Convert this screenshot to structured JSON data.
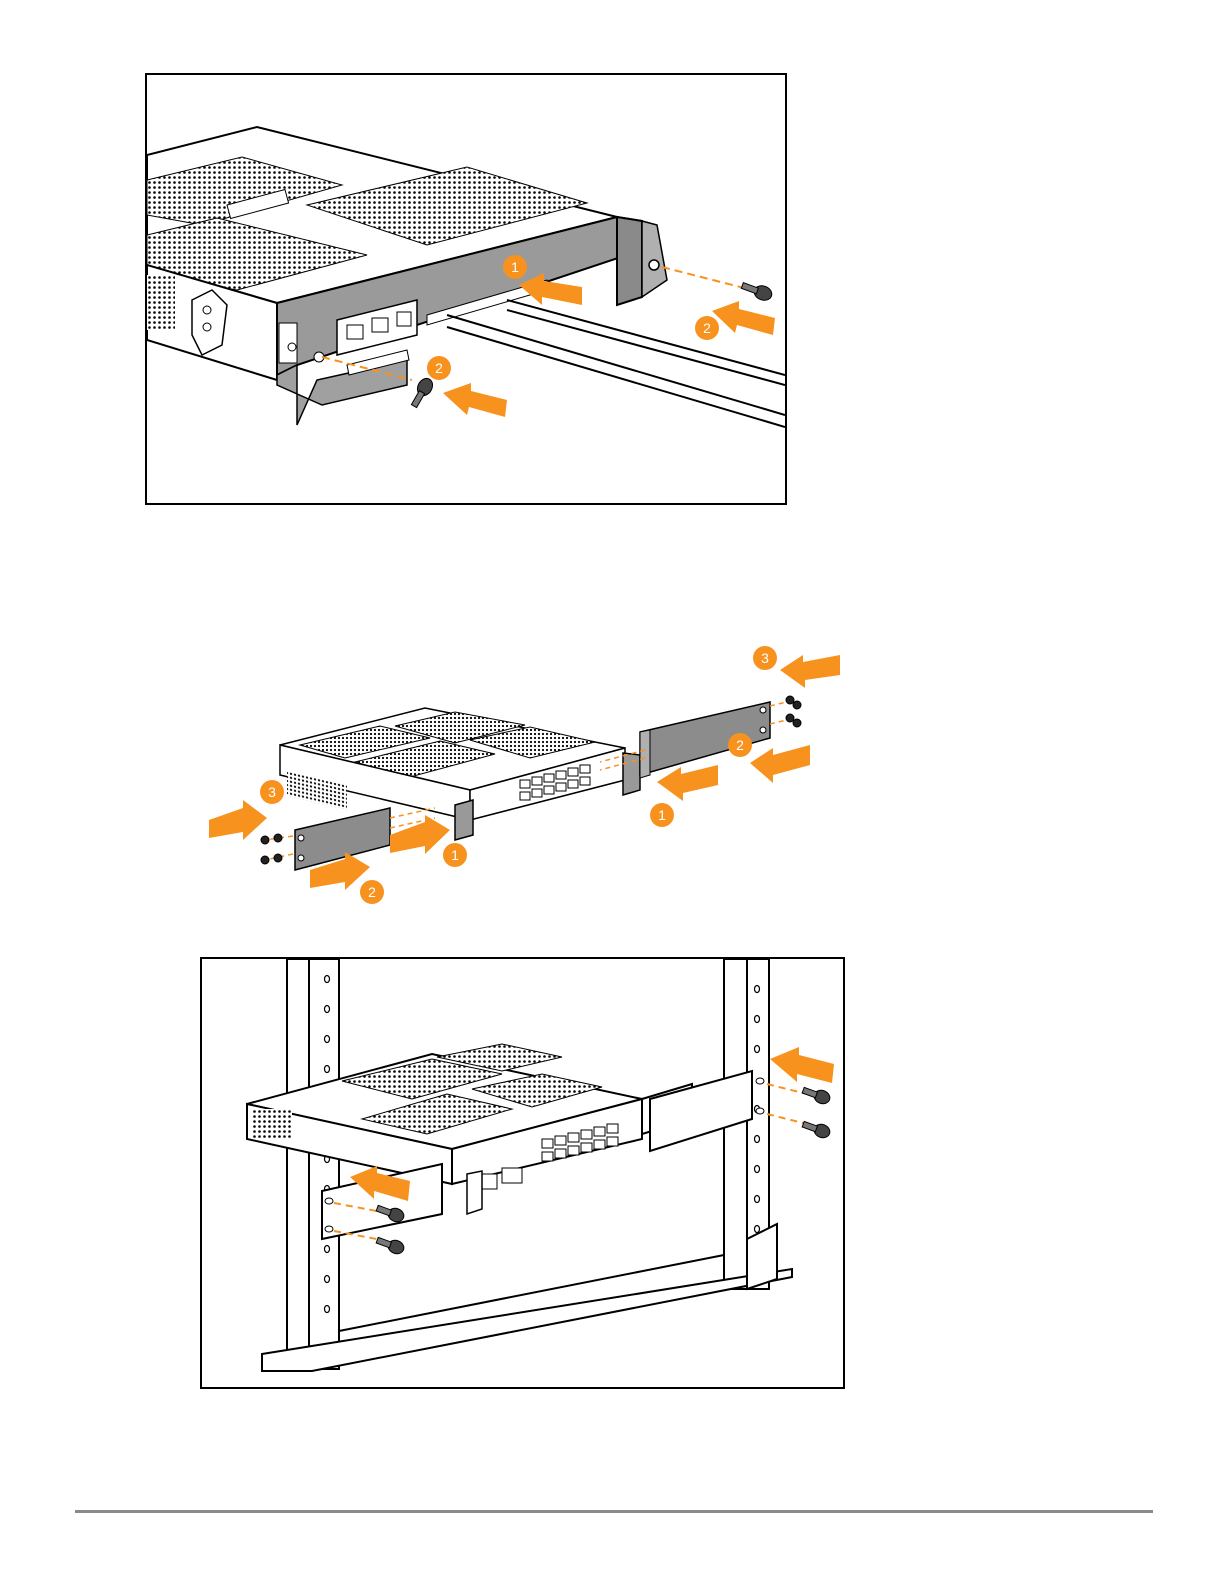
{
  "figures": [
    {
      "callouts": [
        {
          "label": "1"
        },
        {
          "label": "2"
        },
        {
          "label": "2"
        }
      ]
    },
    {
      "callouts": [
        {
          "label": "3"
        },
        {
          "label": "2"
        },
        {
          "label": "1"
        },
        {
          "label": "3"
        },
        {
          "label": "1"
        },
        {
          "label": "2"
        }
      ]
    },
    {
      "callouts": []
    }
  ],
  "colors": {
    "accent": "#F7921E",
    "panel": "#8c8c8c",
    "line": "#000000",
    "rule": "#8a8a8a"
  }
}
